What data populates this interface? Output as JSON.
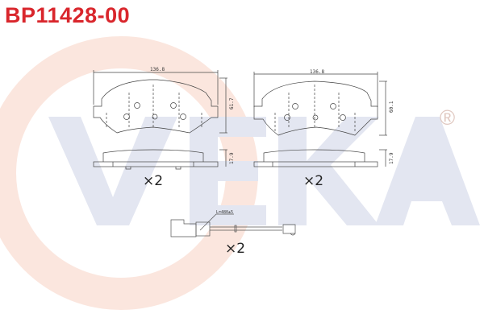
{
  "product": {
    "part_number": "BP11428-00"
  },
  "watermark": {
    "brand": "VEKA",
    "registered_mark": "®",
    "brand_color": "#dfe2ef",
    "accent_color": "#f8d8cc"
  },
  "title_color": "#d9262c",
  "pads": [
    {
      "width": "136.8",
      "height": "61.7",
      "thickness": "17.9",
      "quantity": "×2"
    },
    {
      "width": "136.8",
      "height": "60.1",
      "thickness": "17.9",
      "quantity": "×2"
    }
  ],
  "wear_sensor": {
    "length": "L=480±5",
    "quantity": "×2"
  }
}
